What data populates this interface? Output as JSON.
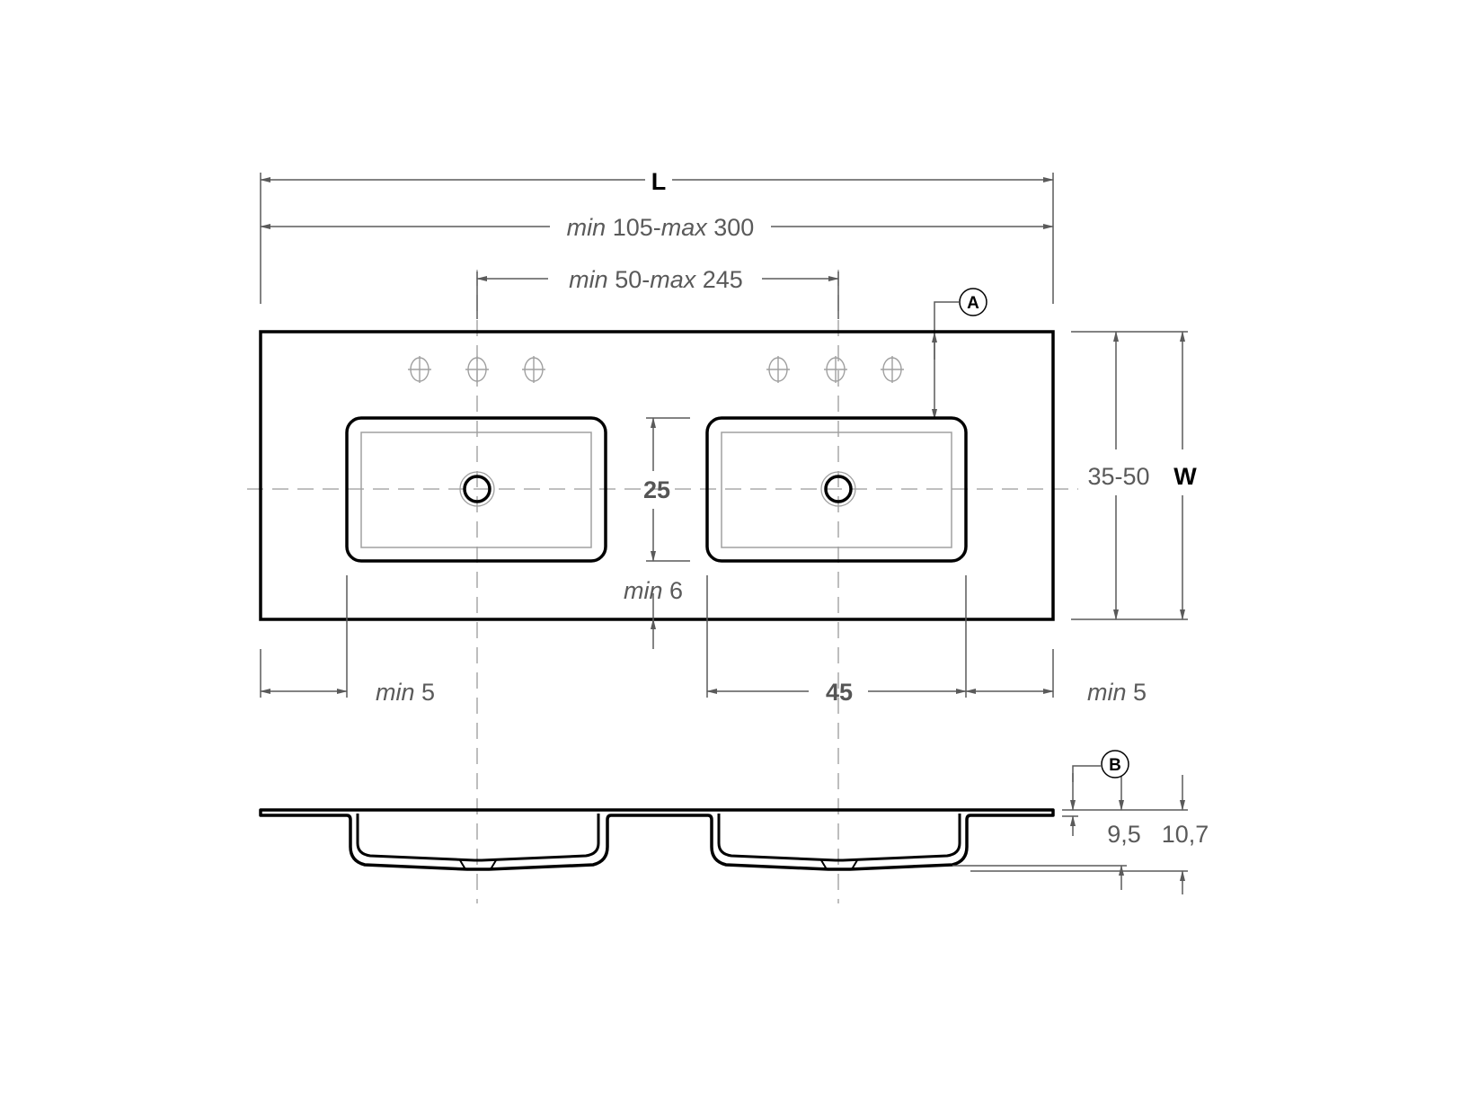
{
  "diagram": {
    "title": "Double washbasin countertop — technical drawing",
    "labels": {
      "length_symbol": "L",
      "width_symbol": "W",
      "length_range_min_word": "min",
      "length_range_min_value": "105-",
      "length_range_max_word": "max",
      "length_range_max_value": "300",
      "center_range_min_word": "min",
      "center_range_min_value": "50-",
      "center_range_max_word": "max",
      "center_range_max_value": "245",
      "width_range": "35-50",
      "basin_depth": "25",
      "front_margin_word": "min",
      "front_margin_value": "6",
      "side_margin_left_word": "min",
      "side_margin_left_value": "5",
      "side_margin_right_word": "min",
      "side_margin_right_value": "5",
      "basin_length": "45",
      "height_inner": "9,5",
      "height_outer": "10,7",
      "callout_a": "A",
      "callout_b": "B"
    },
    "colors": {
      "outline": "#000000",
      "dimension": "#5a5a5a",
      "centerline": "#9a9a9a",
      "inner_line": "#a0a0a0"
    },
    "components": {
      "top_view": {
        "basins": 2,
        "tap_holes_per_basin": 3
      },
      "side_view": {
        "basins": 2
      }
    }
  }
}
